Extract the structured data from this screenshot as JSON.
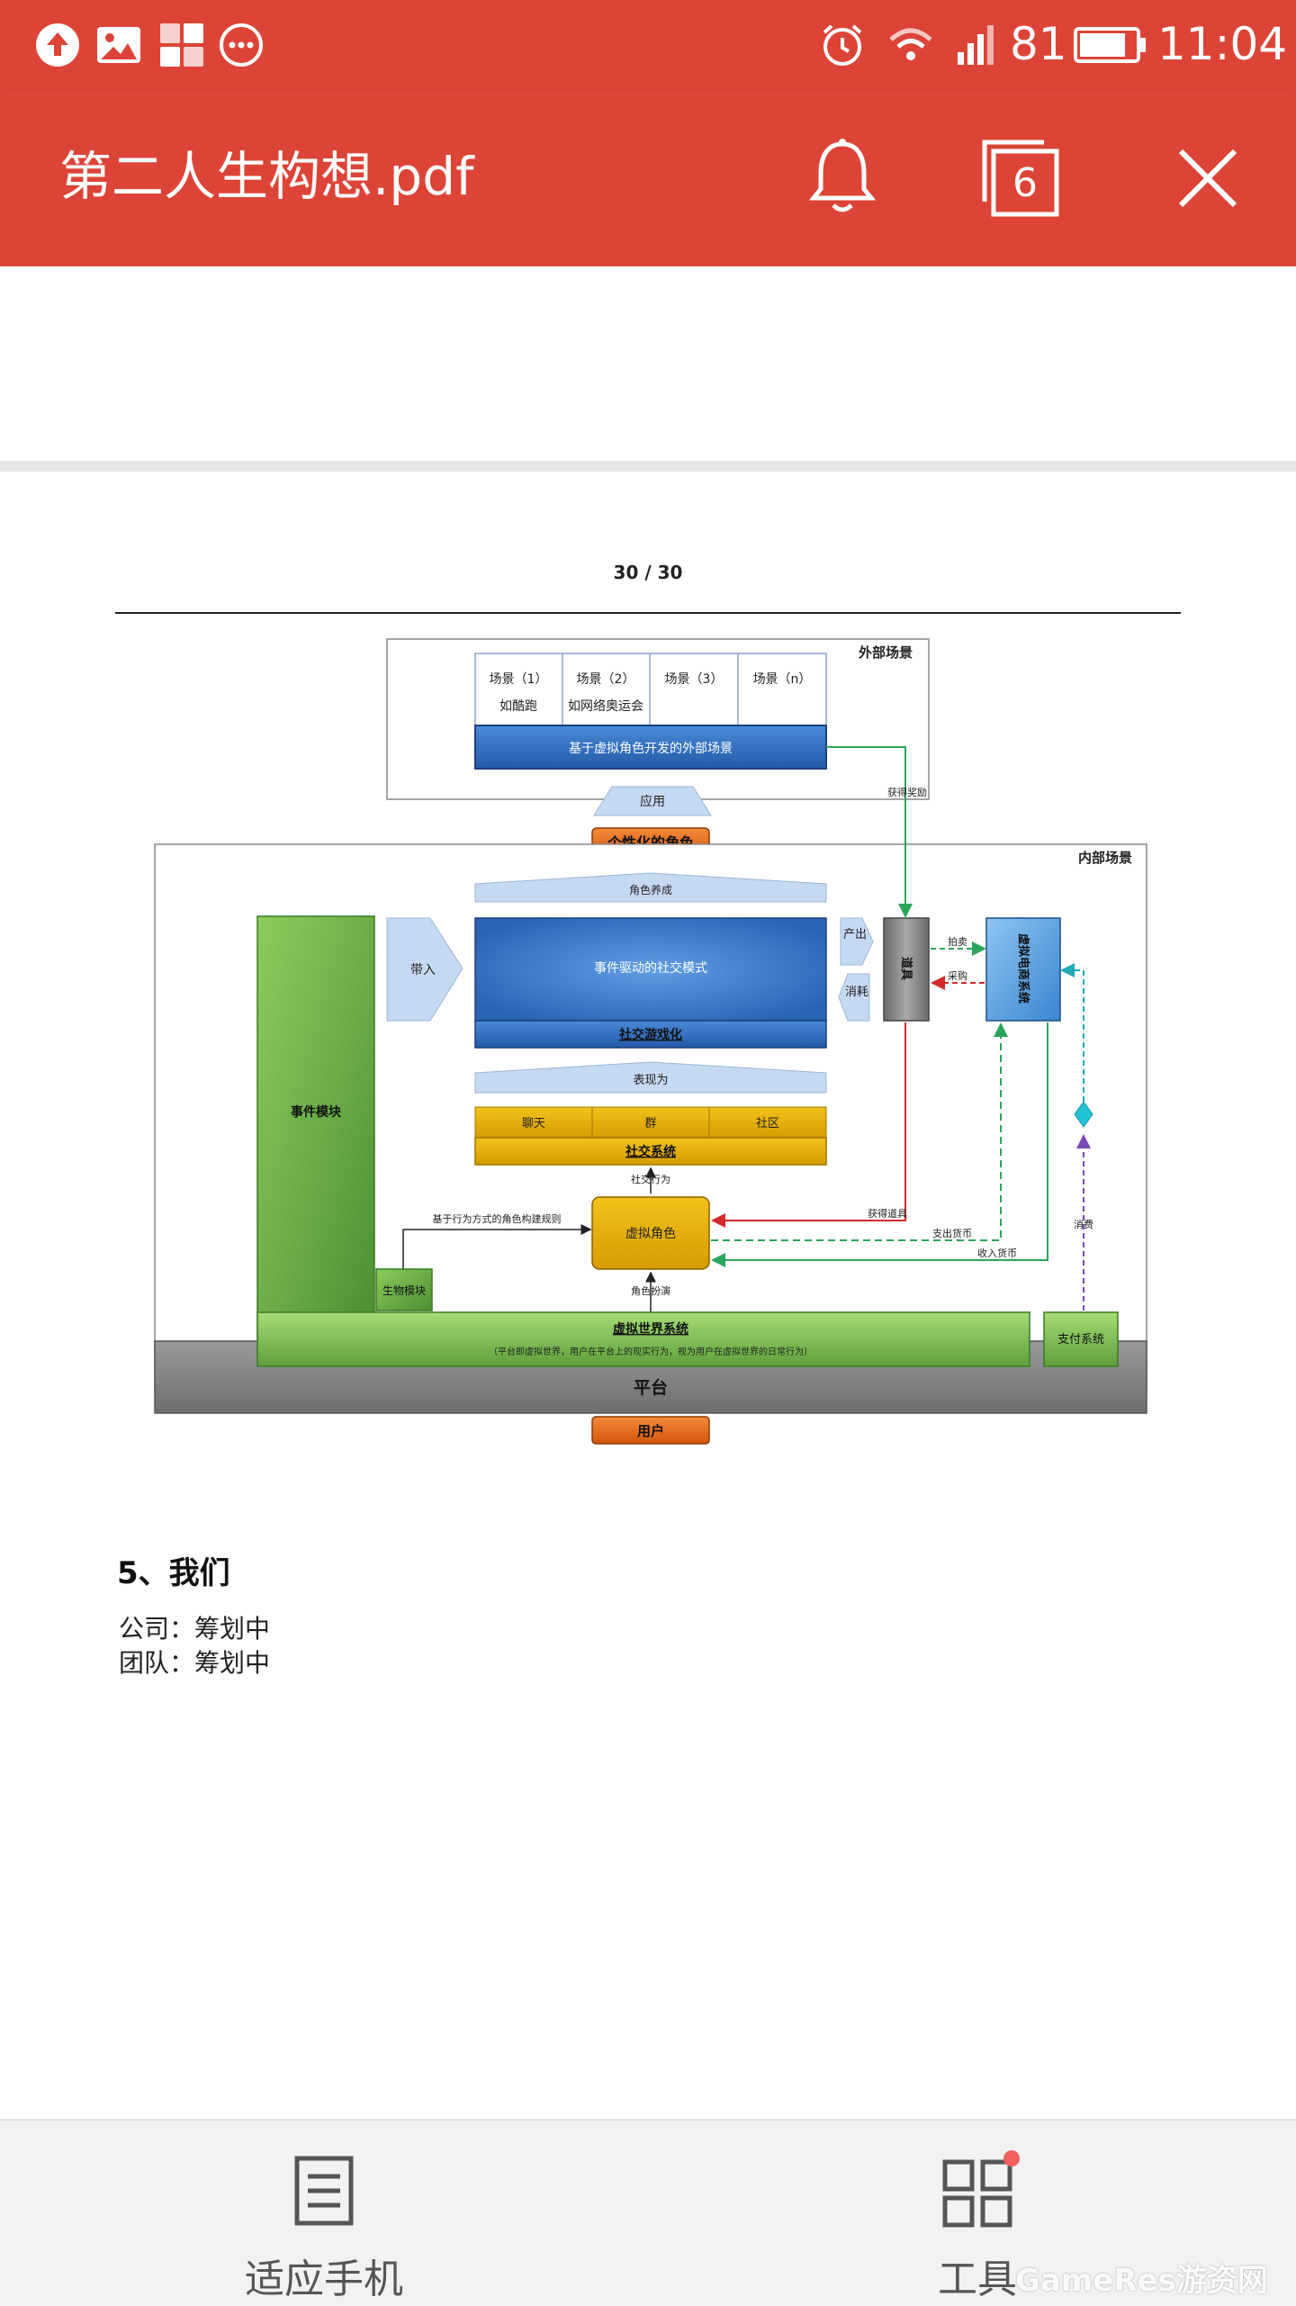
{
  "status_bar": {
    "battery_percent": "81",
    "time": "11:04",
    "icons": [
      "upload-icon",
      "image-icon",
      "apps-icon",
      "more-icon",
      "alarm-icon",
      "wifi-icon",
      "signal-icon",
      "battery-icon"
    ]
  },
  "app_bar": {
    "title": "第二人生构想.pdf",
    "tab_count": "6",
    "icons": [
      "bell-icon",
      "tabs-icon",
      "close-icon"
    ]
  },
  "page": {
    "page_number": "30 / 30",
    "diagram": {
      "external": {
        "title": "外部场景",
        "scenes": [
          "场景（1）",
          "场景（2）",
          "场景（3）",
          "场景（n）"
        ],
        "scene_examples": [
          "如酷跑",
          "如网络奥运会",
          "",
          ""
        ],
        "bar": "基于虚拟角色开发的外部场景",
        "reward": "获得奖励"
      },
      "apply": "应用",
      "personal_role": "个性化的角色",
      "internal": {
        "title": "内部场景",
        "role_growth": "角色养成",
        "bring_in": "带入",
        "event_social": "事件驱动的社交模式",
        "social_game": "社交游戏化",
        "produce": "产出",
        "consume": "消耗",
        "item": "道具",
        "auction": "拍卖",
        "purchase": "采购",
        "ecommerce": "虚拟电商系统",
        "shown_as": "表现为",
        "social_items": [
          "聊天",
          "群",
          "社区"
        ],
        "social_system": "社交系统",
        "event_module": "事件模块",
        "social_behavior": "社交行为",
        "rule": "基于行为方式的角色构建规则",
        "virtual_role": "虚拟角色",
        "get_item": "获得道具",
        "pay_currency": "支出货币",
        "income_currency": "收入货币",
        "consumption": "消费",
        "bio_module": "生物模块",
        "role_play": "角色扮演",
        "world_system": "虚拟世界系统",
        "world_desc": "（平台即虚拟世界，用户在平台上的现实行为，视为用户在虚拟世界的日常行为）",
        "pay_system": "支付系统",
        "platform": "平台"
      },
      "user": "用户"
    },
    "section": {
      "heading": "5、我们",
      "lines": [
        "公司：筹划中",
        "团队：筹划中"
      ]
    }
  },
  "bottom_bar": {
    "fit_label": "适应手机",
    "tools_label": "工具"
  },
  "watermark": "GameRes游资网",
  "colors": {
    "brand_red": "#dc4437",
    "diagram_blue": "#2f6fbf",
    "diagram_green": "#6ab04c",
    "diagram_gold": "#e6b000",
    "diagram_orange": "#e8661a"
  }
}
